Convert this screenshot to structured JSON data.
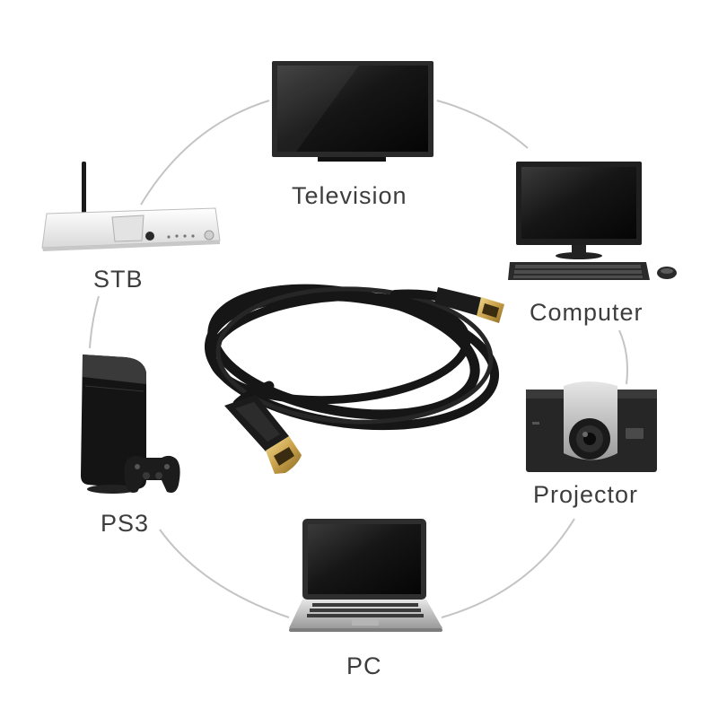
{
  "devices": {
    "television": {
      "label": "Television",
      "icon": "television-icon"
    },
    "computer": {
      "label": "Computer",
      "icon": "desktop-computer-icon"
    },
    "projector": {
      "label": "Projector",
      "icon": "projector-icon"
    },
    "pc": {
      "label": "PC",
      "icon": "laptop-icon"
    },
    "ps3": {
      "label": "PS3",
      "icon": "game-console-icon"
    },
    "stb": {
      "label": "STB",
      "icon": "set-top-box-icon"
    }
  },
  "center": {
    "icon": "hdmi-cable-icon"
  },
  "colors": {
    "ring": "#c4c4c4",
    "label": "#3d3d3d",
    "screen": "#1b1b1b",
    "cable": "#161616",
    "connector_gold": "#c9a24a"
  }
}
